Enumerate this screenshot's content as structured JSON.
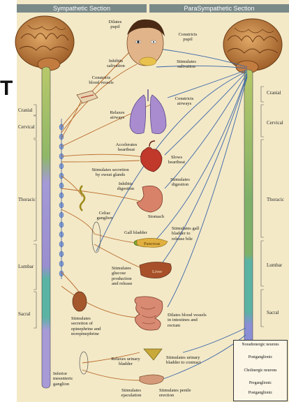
{
  "header": {
    "sympathetic": "Sympathetic Section",
    "parasympathetic": "ParaSympathetic Section"
  },
  "fragment": "T",
  "regions_left": {
    "cranial": "Cranial",
    "cervical": "Cervical",
    "thoracic": "Thoracic",
    "lumbar": "Lumbar",
    "sacral": "Sacral"
  },
  "regions_right": {
    "cranial": "Cranial",
    "cervical": "Cervical",
    "thoracic": "Thoracic",
    "lumbar": "Lumbar",
    "sacral": "Sacral"
  },
  "labels": {
    "dilates_pupil": "Dilates\npupil",
    "constricts_pupil": "Constricts\npupil",
    "inhibits_salivation": "Inhibits\nsalivation",
    "stimulates_salivation": "Stimulates\nsalivation",
    "constricts_blood_vessels": "Constricts\nblood vessels",
    "relaxes_airways": "Relaxes\nairways",
    "constricts_airways": "Constricts\nairways",
    "accelerates_heartbeat": "Accelerates\nheartbeat",
    "slows_heartbeat": "Slows\nheartbeat",
    "stimulates_secretion_sweat": "Stimulates secretion\nby sweat glands",
    "inhibits_digestion": "Inhibits\ndigestion",
    "stimulates_digestion": "Stimulates\ndigestion",
    "stomach": "Stomach",
    "celiac_ganglion": "Celiac\nganglion",
    "gall_bladder": "Gall bladder",
    "pancreas": "Pancreas",
    "stimulates_gall_bladder": "Stimulates gall\nbladder to\nrelease bile",
    "stimulates_glucose": "Stimulates\nglucose\nproduction\nand release",
    "liver": "Liver",
    "stimulates_epinephrine": "Stimulates\nsecretion of\nepinephrine and\nnorepinephrine",
    "dilates_blood_vessels_intestines": "Dilates blood vessels\nin intestines and\nrectum",
    "relaxes_urinary_bladder": "Relaxes urinary\nbladder",
    "stimulates_urinary_bladder": "Stimulates urinary\nbladder to contract",
    "inferior_mesenteric_ganglion": "Inferior\nmesenteric\nganglion",
    "stimulates_ejaculation": "Stimulates\nejaculation",
    "stimulates_penile_erection": "Stimulates penile\nerection"
  },
  "legend": {
    "noradrenergic": "Noradrenergic\nneurons",
    "postganglionic_1": "Postganglionic",
    "cholinergic": "Cholinergic\nneurons",
    "preganglionic": "Preganglionic",
    "postganglionic_2": "Postganglionic"
  },
  "colors": {
    "background": "#f3e9c7",
    "brain": "#c98a4b",
    "spine_green": "#7fb069",
    "spine_purple": "#9b8ad0",
    "spine_teal": "#5fb3a8",
    "nerve_orange": "#b96a2a",
    "nerve_blue": "#3a64a8",
    "header": "#7a8a88"
  }
}
